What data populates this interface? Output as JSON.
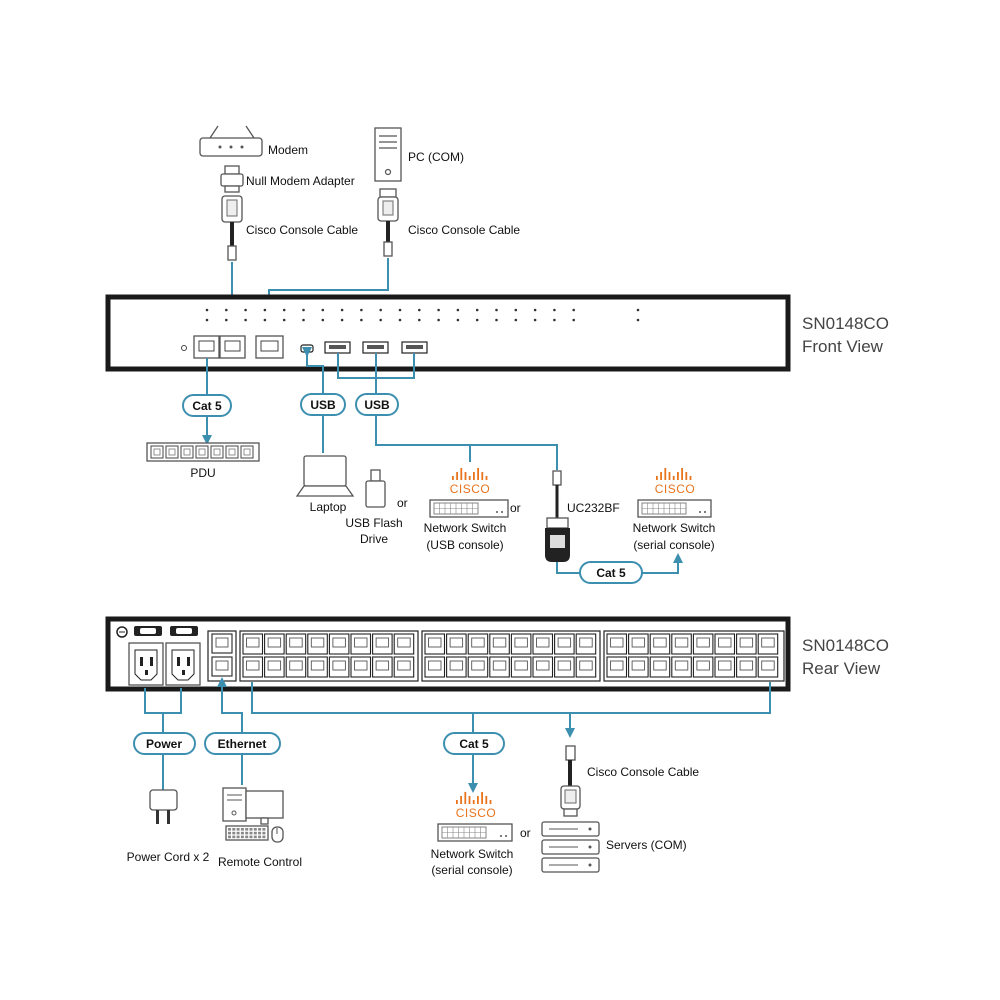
{
  "colors": {
    "cable": "#3d8fb0",
    "cisco": "#e8741e",
    "chassis": "#1a1a1a"
  },
  "front": {
    "title_line1": "SN0148CO",
    "title_line2": "Front View"
  },
  "rear": {
    "title_line1": "SN0148CO",
    "title_line2": "Rear View"
  },
  "labels": {
    "modem": "Modem",
    "null_modem": "Null Modem Adapter",
    "cisco_cable_1": "Cisco Console Cable",
    "pc": "PC (COM)",
    "cisco_cable_2": "Cisco Console Cable",
    "pdu": "PDU",
    "laptop": "Laptop",
    "or_1": "or",
    "usb_flash_l1": "USB Flash",
    "usb_flash_l2": "Drive",
    "or_2": "or",
    "ns_usb_l1": "Network Switch",
    "ns_usb_l2": "(USB console)",
    "uc232bf": "UC232BF",
    "ns_serial_l1": "Network Switch",
    "ns_serial_l2": "(serial console)",
    "power_cord": "Power Cord x 2",
    "remote_control": "Remote Control",
    "ns_rear_l1": "Network Switch",
    "ns_rear_l2": "(serial console)",
    "or_3": "or",
    "cisco_cable_3": "Cisco Console Cable",
    "servers": "Servers (COM)",
    "cisco_logo": "CISCO"
  },
  "pills": {
    "cat5_pdu": "Cat 5",
    "usb_laptop": "USB",
    "usb_devices": "USB",
    "cat5_uc232": "Cat 5",
    "power": "Power",
    "ethernet": "Ethernet",
    "cat5_rear": "Cat 5"
  },
  "icons": [
    "modem-icon",
    "null-modem-adapter-icon",
    "db9-connector-icon",
    "pc-tower-icon",
    "pdu-icon",
    "laptop-icon",
    "usb-flash-drive-icon",
    "cisco-logo",
    "network-switch-icon",
    "uc232bf-adapter-icon",
    "power-cord-icon",
    "remote-pc-icon",
    "server-rack-icon"
  ]
}
